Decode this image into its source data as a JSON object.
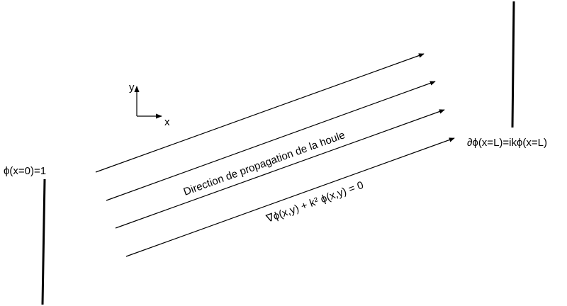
{
  "labels": {
    "left_boundary": "ϕ(x=0)=1",
    "right_boundary": "∂ϕ(x=L)=ikϕ(x=L)",
    "axis_x": "x",
    "axis_y": "y",
    "propagation": "Direction de propagation de la houle",
    "equation": "∇ϕ(x,y) + k² ϕ(x,y) = 0"
  },
  "colors": {
    "line": "#000000",
    "background": "#ffffff"
  }
}
